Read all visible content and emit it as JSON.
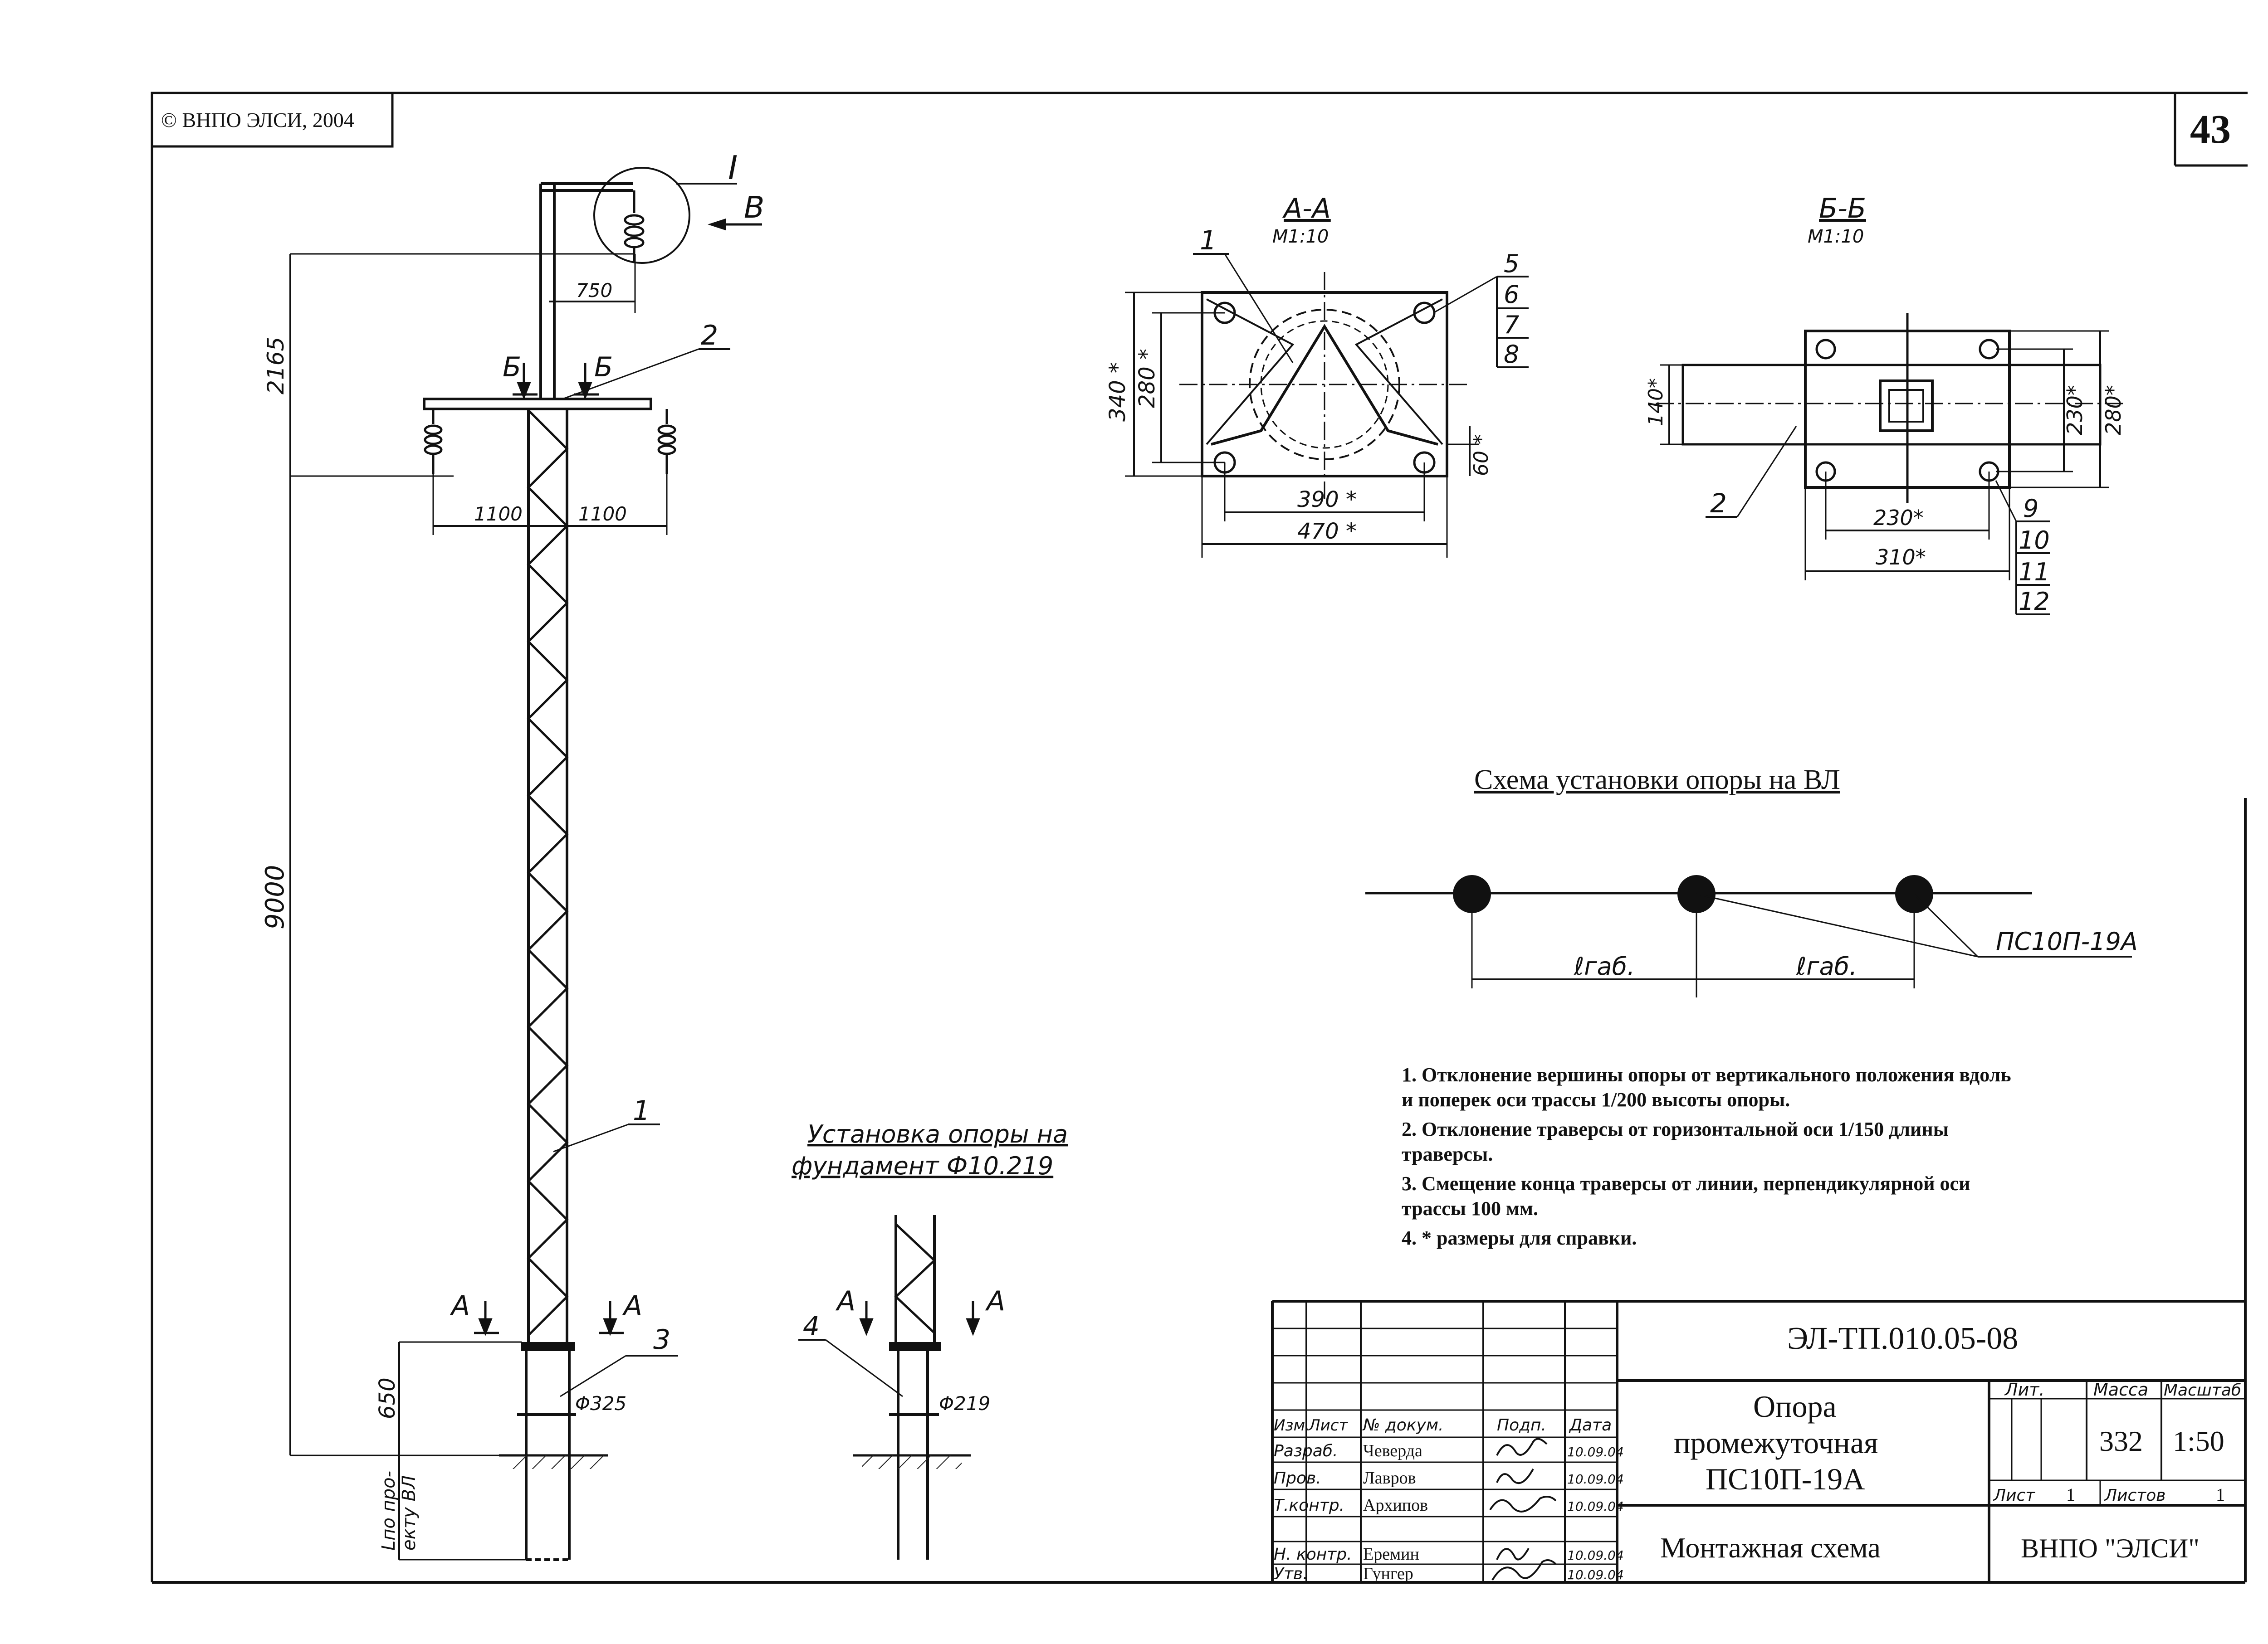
{
  "sheet": {
    "copyright": "© ВНПО ЭЛСИ, 2004",
    "page_number": "43"
  },
  "elevation": {
    "callout_node": "I",
    "view_arrow": "В",
    "dim_750": "750",
    "dim_2165": "2165",
    "dim_9000": "9000",
    "dim_1100_left": "1100",
    "dim_1100_right": "1100",
    "dim_650": "650",
    "depth_label_line1": "Lпо про-",
    "depth_label_line2": "екту ВЛ",
    "diameter_325": "Φ325",
    "pos_1": "1",
    "pos_2": "2",
    "pos_3": "3",
    "cut_bb_left": "Б",
    "cut_bb_right": "Б",
    "cut_aa_left": "А",
    "cut_aa_right": "А"
  },
  "foundation": {
    "title_line1": "Установка опоры на",
    "title_line2": "фундамент Ф10.219",
    "diameter_219": "Φ219",
    "pos_4": "4",
    "cut_left": "А",
    "cut_right": "А"
  },
  "section_aa": {
    "title": "А-А",
    "scale": "М1:10",
    "dim_340": "340 *",
    "dim_280": "280 *",
    "dim_60": "60 *",
    "dim_390": "390 *",
    "dim_470": "470 *",
    "pos_1": "1",
    "pos_5": "5",
    "pos_6": "6",
    "pos_7": "7",
    "pos_8": "8"
  },
  "section_bb": {
    "title": "Б-Б",
    "scale": "М1:10",
    "dim_140": "140*",
    "dim_230v": "230*",
    "dim_280v": "280*",
    "dim_230h": "230*",
    "dim_310": "310*",
    "pos_2": "2",
    "pos_9": "9",
    "pos_10": "10",
    "pos_11": "11",
    "pos_12": "12"
  },
  "layout_scheme": {
    "title": "Схема установки опоры на ВЛ",
    "span_label_1": "ℓгаб.",
    "span_label_2": "ℓгаб.",
    "pole_label": "ПС10П-19А"
  },
  "notes": [
    "1. Отклонение вершины опоры от вертикального положения вдоль",
    "и поперек оси трассы 1/200 высоты опоры.",
    "2. Отклонение траверсы от горизонтальной оси 1/150 длины",
    "траверсы.",
    "3. Смещение конца траверсы от линии, перпендикулярной оси",
    "трассы 100 мм.",
    "4. * размеры для справки."
  ],
  "title_block": {
    "doc_code": "ЭЛ-ТП.010.05-08",
    "name_line1": "Опора",
    "name_line2": "промежуточная",
    "name_line3": "ПС10П-19А",
    "sheet_type": "Монтажная схема",
    "organization": "ВНПО \"ЭЛСИ\"",
    "hdr_izm": "Изм.",
    "hdr_list": "Лист",
    "hdr_doc": "№ докум.",
    "hdr_sign": "Подп.",
    "hdr_date": "Дата",
    "hdr_lit": "Лит.",
    "hdr_mass": "Масса",
    "hdr_scale": "Масштаб",
    "mass": "332",
    "scale": "1:50",
    "sheet_label": "Лист",
    "sheet_no": "1",
    "sheets_label": "Листов",
    "sheets_total": "1",
    "roles": [
      {
        "role": "Разраб.",
        "name": "Чеверда",
        "date": "10.09.04"
      },
      {
        "role": "Пров.",
        "name": "Лавров",
        "date": "10.09.04"
      },
      {
        "role": "Т.контр.",
        "name": "Архипов",
        "date": "10.09.04"
      },
      {
        "role": "Н. контр.",
        "name": "Еремин",
        "date": "10.09.04"
      },
      {
        "role": "Утв.",
        "name": "Гунгер",
        "date": "10.09.04"
      }
    ]
  }
}
